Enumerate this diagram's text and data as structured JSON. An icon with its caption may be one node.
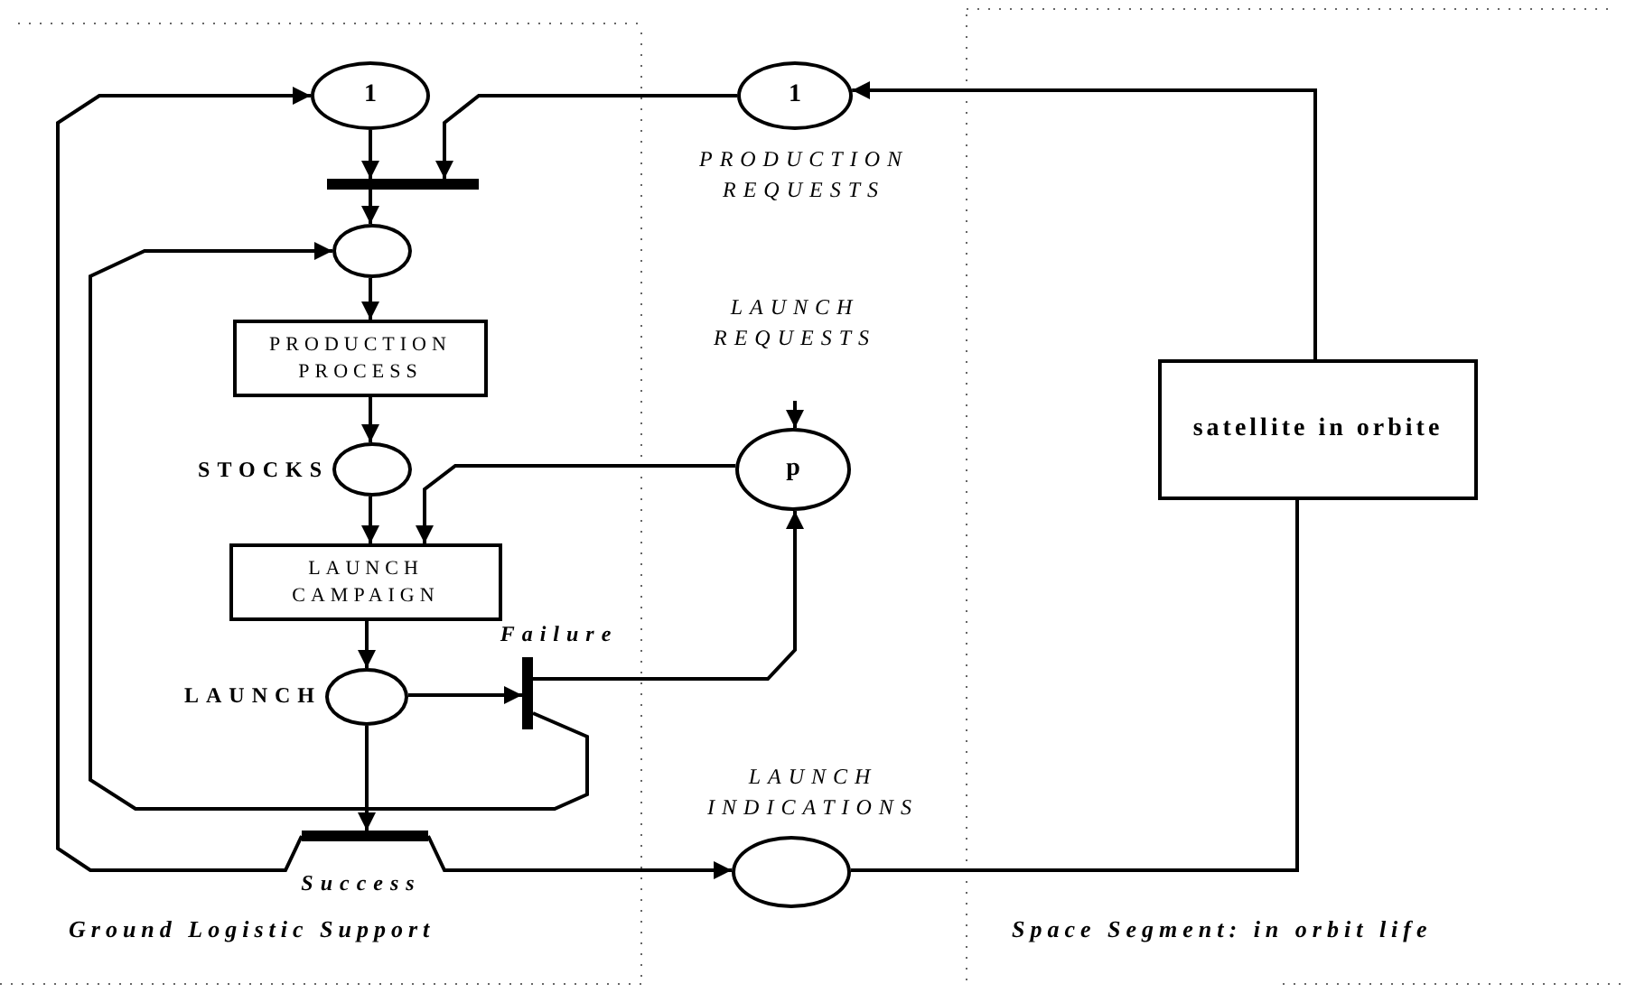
{
  "diagram": {
    "nodes": [
      {
        "text": [
          "1"
        ]
      },
      {
        "text": [
          "1"
        ],
        "beside": [
          "PRODUCTION REQUESTS"
        ]
      },
      {
        "text": [],
        "shape": "bar"
      },
      {
        "text": [],
        "shape": "circle"
      },
      {
        "text": [
          "PRODUCTION PROCESS"
        ]
      },
      {
        "text": [],
        "shape": "circle",
        "beside": [
          "STOCKS"
        ]
      },
      {
        "text": [
          "LAUNCH CAMPAIGN"
        ]
      },
      {
        "text": [],
        "shape": "circle",
        "beside": [
          "LAUNCH"
        ]
      },
      {
        "text": [],
        "shape": "bar",
        "beside": [
          "Failure"
        ]
      },
      {
        "text": [],
        "shape": "bar",
        "beside": [
          "Success"
        ]
      },
      {
        "text": [
          "p"
        ],
        "beside": [
          "LAUNCH REQUESTS"
        ]
      },
      {
        "text": [],
        "shape": "circle",
        "beside": [
          "LAUNCH INDICATIONS"
        ]
      },
      {
        "text": [
          "satellite in orbite"
        ]
      }
    ],
    "edges": [
      {
        "from": 0,
        "to": 2,
        "arrow": "to"
      },
      {
        "from": 1,
        "to": 2,
        "arrow": "to"
      },
      {
        "from": 2,
        "to": 3,
        "arrow": "to"
      },
      {
        "from": 3,
        "to": 4,
        "arrow": "to"
      },
      {
        "from": 4,
        "to": 5,
        "arrow": "to"
      },
      {
        "from": 5,
        "to": 6,
        "arrow": "to"
      },
      {
        "from": 10,
        "to": 6,
        "arrow": "to"
      },
      {
        "from": 6,
        "to": 7,
        "arrow": "to"
      },
      {
        "from": 7,
        "to": 8,
        "arrow": "to"
      },
      {
        "from": 8,
        "to": 10,
        "arrow": "to"
      },
      {
        "from": 8,
        "to": 3,
        "arrow": "to"
      },
      {
        "from": 7,
        "to": 9,
        "arrow": "to"
      },
      {
        "from": 9,
        "to": 0,
        "arrow": "to"
      },
      {
        "from": 9,
        "to": 11,
        "arrow": "to"
      },
      {
        "from": 11,
        "to": 12,
        "arrow": "none"
      },
      {
        "from": 12,
        "to": 1,
        "arrow": "to"
      },
      {
        "from": null,
        "to": 10,
        "arrow": "to"
      }
    ],
    "labels": [
      "Ground Logistic Support",
      "Space Segment: in orbit life"
    ]
  }
}
